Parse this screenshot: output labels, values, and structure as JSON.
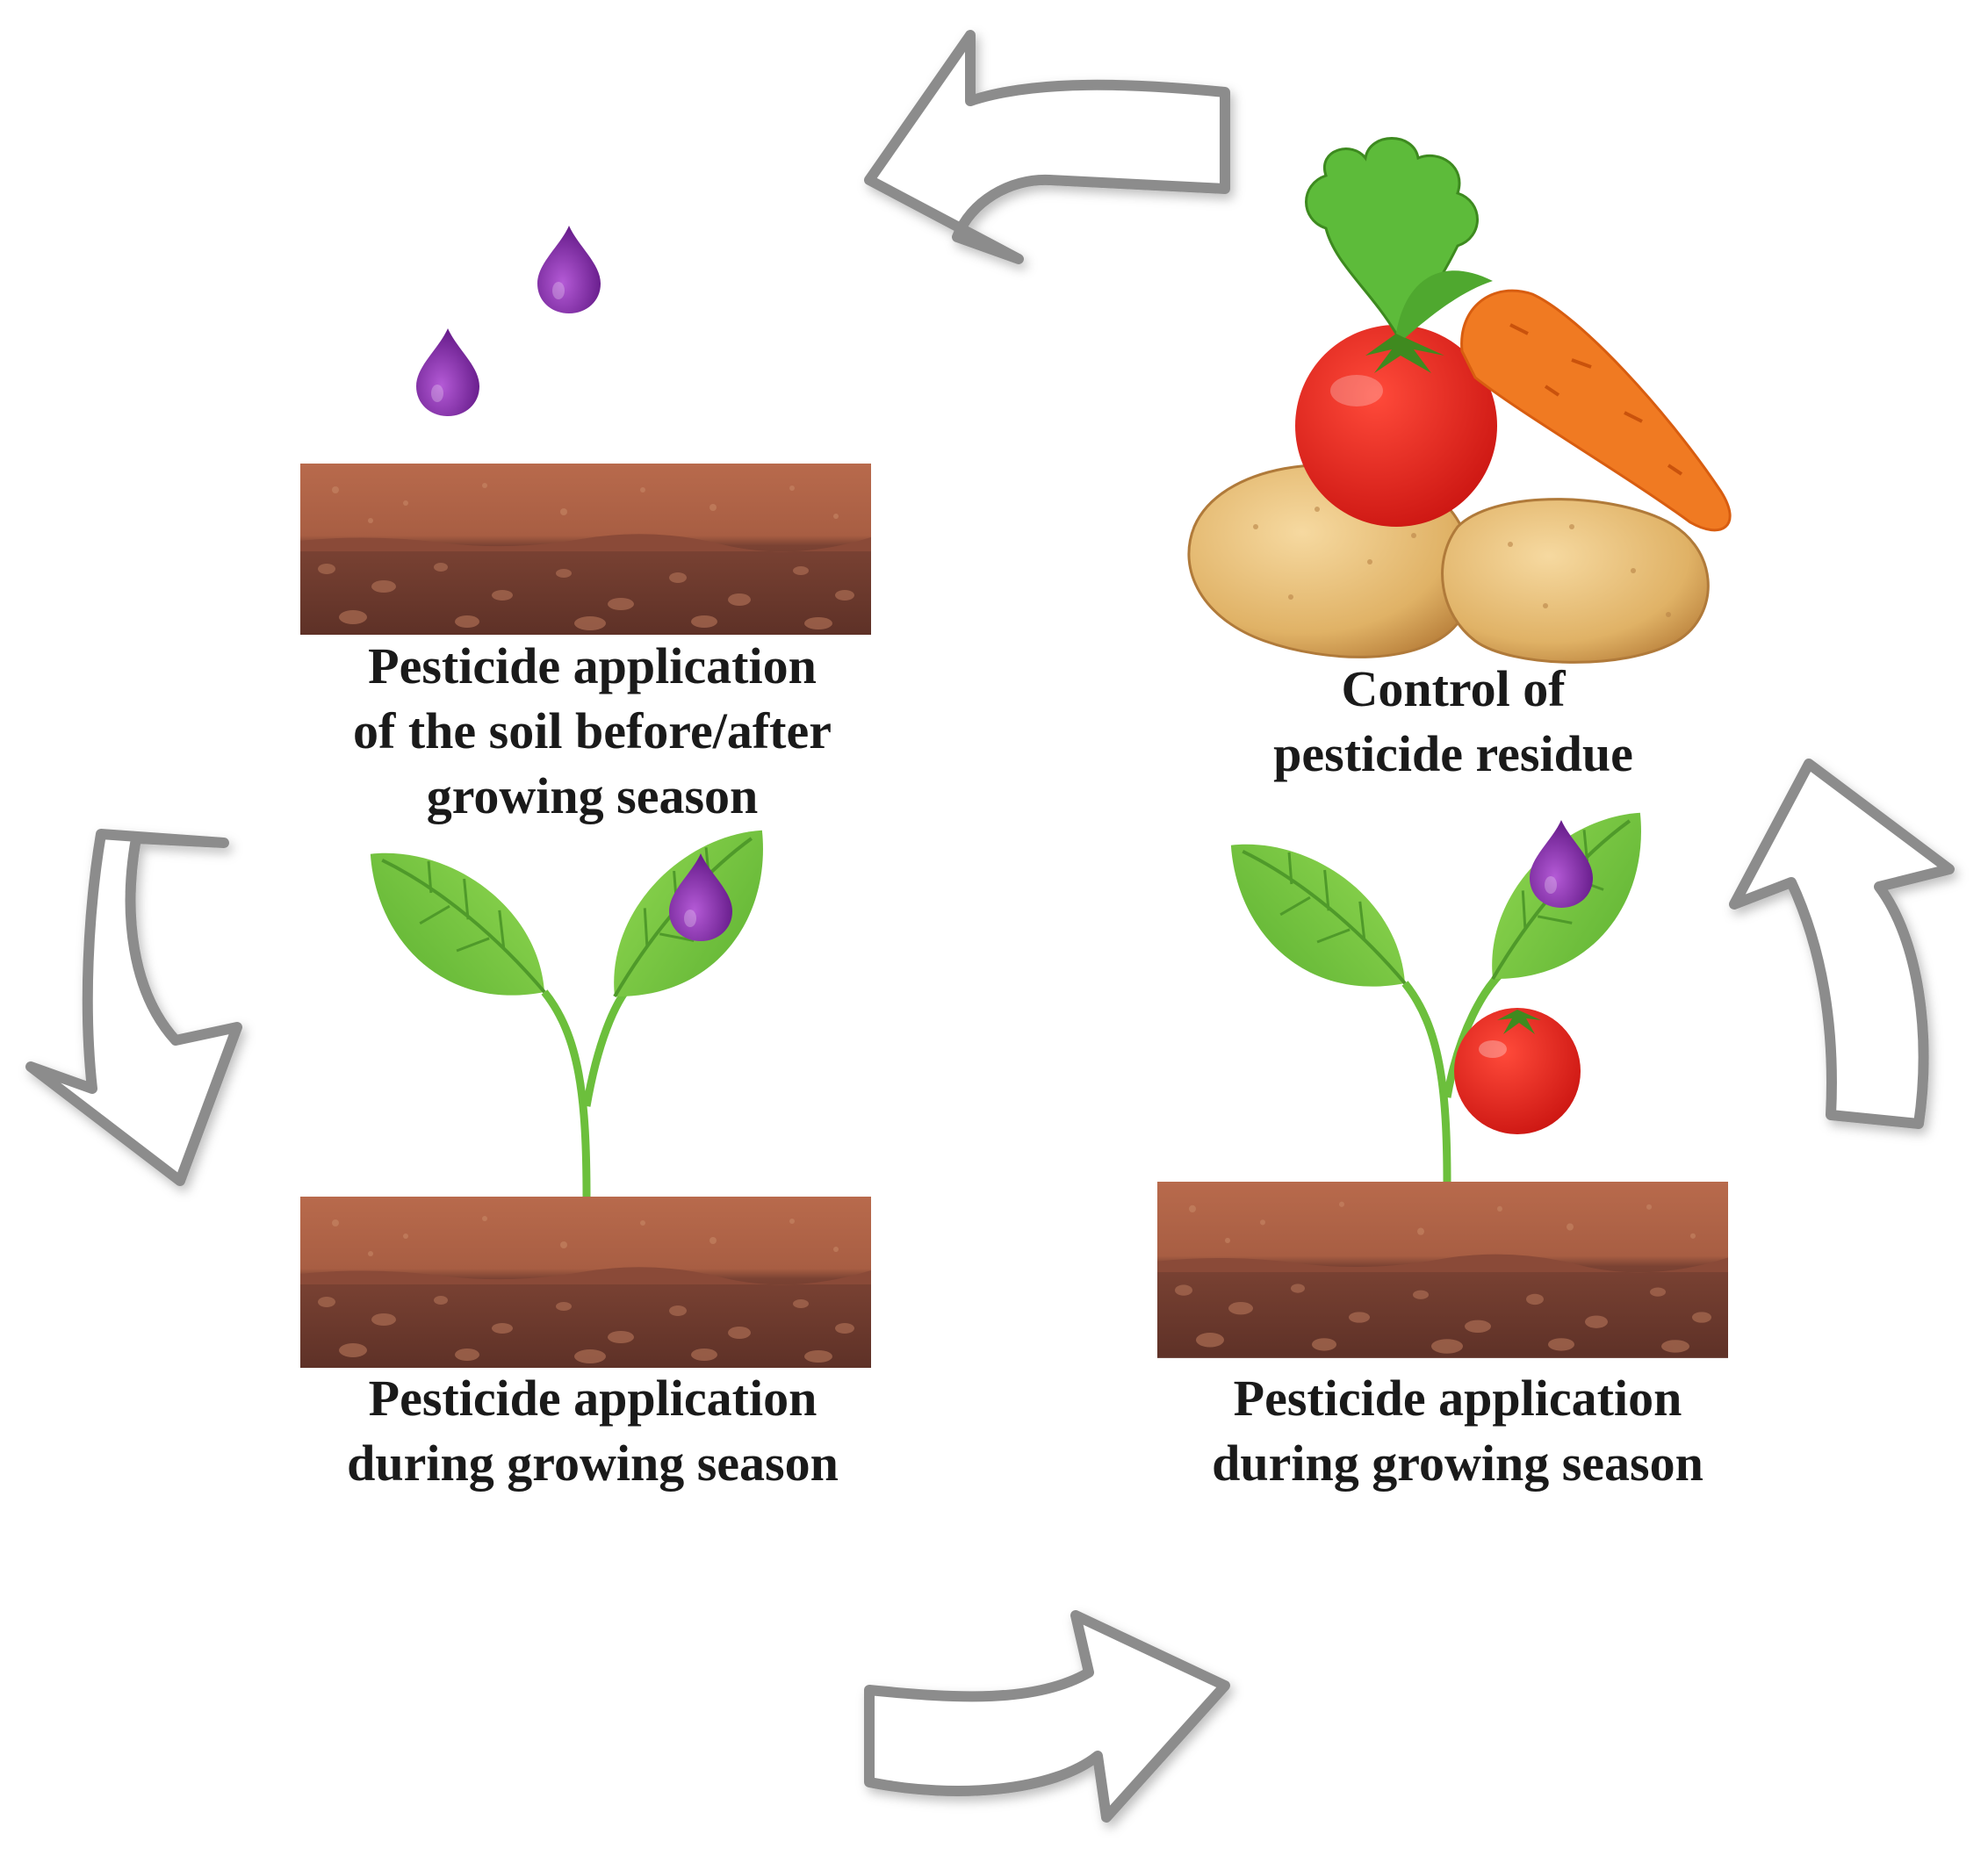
{
  "stages": [
    {
      "id": "soil-before-after",
      "lines": [
        "Pesticide application",
        "of  the soil before/after",
        "growing season"
      ]
    },
    {
      "id": "control-residue",
      "lines": [
        "Control of",
        "pesticide residue"
      ]
    },
    {
      "id": "growing-left",
      "lines": [
        "Pesticide application",
        "during growing season"
      ]
    },
    {
      "id": "growing-right",
      "lines": [
        "Pesticide application",
        "during growing season"
      ]
    }
  ],
  "colors": {
    "soil_top": "#ac6246",
    "soil_bottom": "#6e3a2e",
    "soil_speck": "#c98a68",
    "droplet": "#7d2fa0",
    "leaf": "#7ac943",
    "stem": "#6cbf3c",
    "tomato": "#e8231f",
    "carrot": "#f07a22",
    "potato": "#e0b26a",
    "arrow_stroke": "#8c8c8c"
  },
  "icons": [
    "droplet-icon",
    "seedling-icon",
    "tomato-icon",
    "carrot-icon",
    "potato-icon",
    "cycle-arrow-icon"
  ]
}
